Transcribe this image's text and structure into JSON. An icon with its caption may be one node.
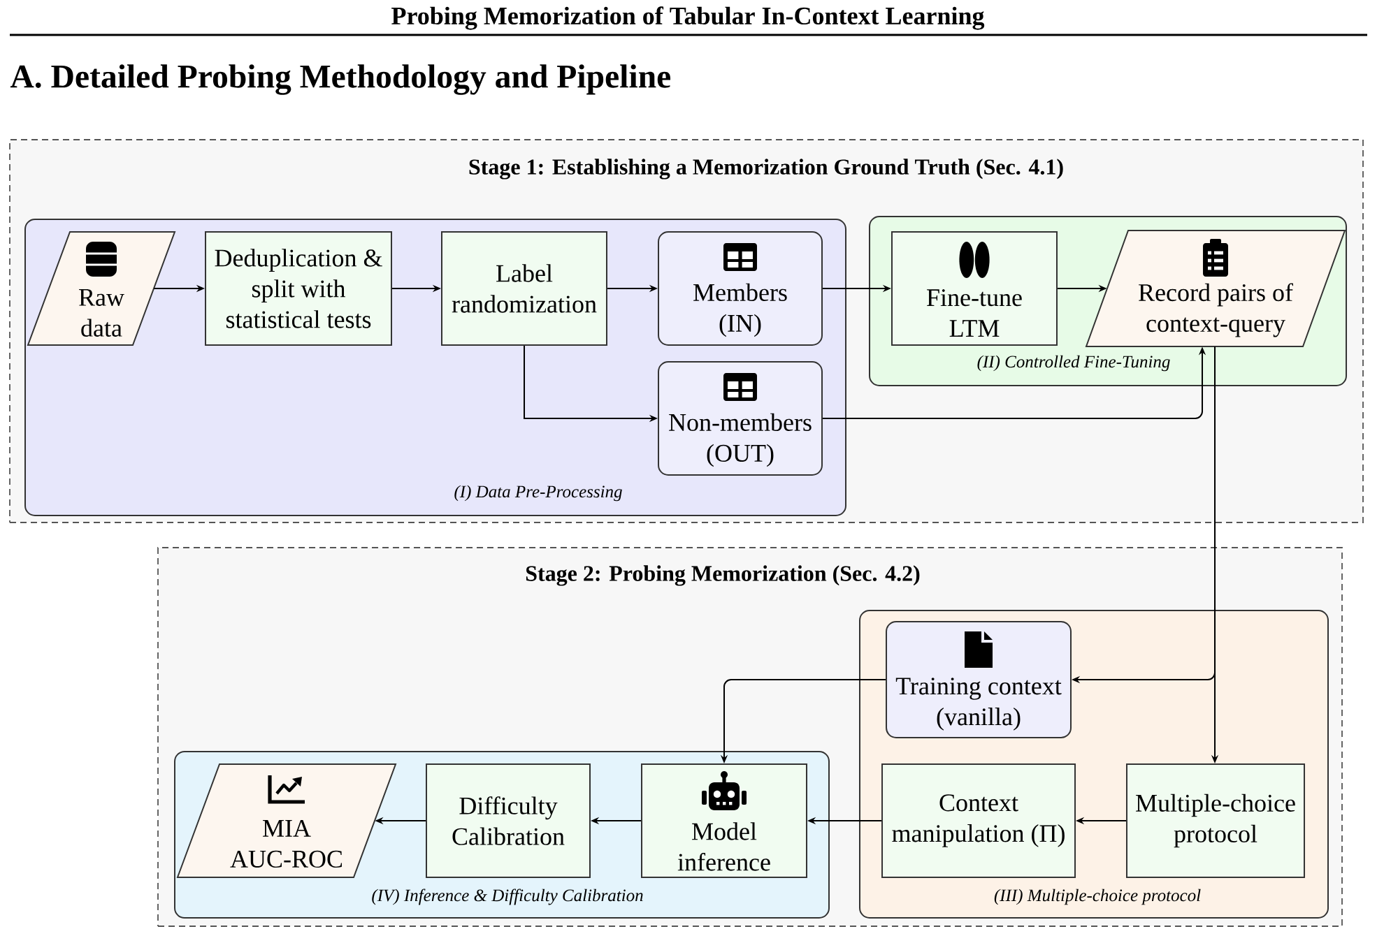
{
  "diagram": {
    "title": "A. Detailed Probing Methodology and Pipeline",
    "nodes": [
      {
        "text": [
          "Stage 1: Establishing a Memorization Ground Truth (Sec. 4.1)"
        ]
      },
      {
        "text": [
          "(I) Data Pre-Processing"
        ],
        "in": 0
      },
      {
        "text": [
          "Raw data"
        ],
        "in": 1
      },
      {
        "text": [
          "Deduplication & split with statistical tests"
        ],
        "in": 1
      },
      {
        "text": [
          "Label randomization"
        ],
        "in": 1
      },
      {
        "text": [
          "Members (IN)"
        ],
        "in": 1
      },
      {
        "text": [
          "Non-members (OUT)"
        ],
        "in": 1
      },
      {
        "text": [
          "(II) Controlled Fine-Tuning"
        ],
        "in": 0
      },
      {
        "text": [
          "Fine-tune LTM"
        ],
        "in": 7
      },
      {
        "text": [
          "Record pairs of context-query"
        ],
        "in": 7
      },
      {
        "text": [
          "Stage 2: Probing Memorization (Sec. 4.2)"
        ]
      },
      {
        "text": [
          "(III) Multiple-choice protocol"
        ],
        "in": 10
      },
      {
        "text": [
          "Training context (vanilla)"
        ],
        "in": 11
      },
      {
        "text": [
          "Multiple-choice protocol"
        ],
        "in": 11
      },
      {
        "text": [
          "Context manipulation (Π)"
        ],
        "in": 11
      },
      {
        "text": [
          "(IV) Inference & Difficulty Calibration"
        ],
        "in": 10
      },
      {
        "text": [
          "MIA AUC-ROC"
        ],
        "in": 15
      },
      {
        "text": [
          "Difficulty Calibration"
        ],
        "in": 15
      },
      {
        "text": [
          "Model inference"
        ],
        "in": 15
      }
    ],
    "edges": [
      {
        "from": 2,
        "to": 3,
        "arrow": "to"
      },
      {
        "from": 3,
        "to": 4,
        "arrow": "to"
      },
      {
        "from": 4,
        "to": 5,
        "arrow": "to"
      },
      {
        "from": 4,
        "to": 6,
        "arrow": "to"
      },
      {
        "from": 5,
        "to": 8,
        "arrow": "to"
      },
      {
        "from": 8,
        "to": 9,
        "arrow": "to"
      },
      {
        "from": 6,
        "to": 9,
        "arrow": "to"
      },
      {
        "from": 9,
        "to": 12,
        "arrow": "to"
      },
      {
        "from": 9,
        "to": 13,
        "arrow": "to"
      },
      {
        "from": 12,
        "to": 18,
        "arrow": "to"
      },
      {
        "from": 13,
        "to": 14,
        "arrow": "to"
      },
      {
        "from": 14,
        "to": 18,
        "arrow": "to"
      },
      {
        "from": 18,
        "to": 17,
        "arrow": "to"
      },
      {
        "from": 17,
        "to": 16,
        "arrow": "to"
      }
    ],
    "labels": [
      "Probing Memorization of Tabular In-Context Learning"
    ]
  }
}
